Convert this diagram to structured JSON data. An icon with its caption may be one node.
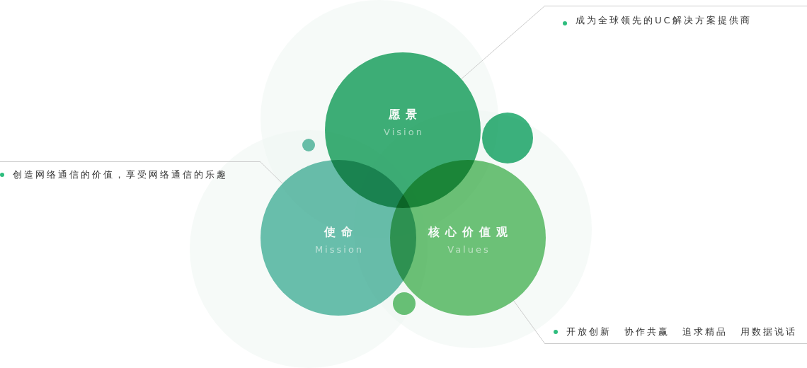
{
  "diagram": {
    "nodes": [
      {
        "text": [
          "愿景",
          "Vision"
        ]
      },
      {
        "text": [
          "使命",
          "Mission"
        ]
      },
      {
        "text": [
          "核心价值观",
          "Values"
        ]
      },
      {
        "text": [
          "成为全球领先的UC解决方案提供商"
        ]
      },
      {
        "text": [
          "创造网络通信的价值，享受网络通信的乐趣"
        ]
      },
      {
        "text": [
          "开放创新",
          "协作共赢",
          "追求精品",
          "用数据说话"
        ]
      },
      {
        "text": [],
        "shape": "circle"
      },
      {
        "text": [],
        "shape": "circle"
      },
      {
        "text": [],
        "shape": "circle"
      }
    ],
    "edges": [
      {
        "from": 3,
        "to": 0,
        "arrow": "none"
      },
      {
        "from": 4,
        "to": 1,
        "arrow": "none"
      },
      {
        "from": 5,
        "to": 2,
        "arrow": "none"
      }
    ]
  }
}
